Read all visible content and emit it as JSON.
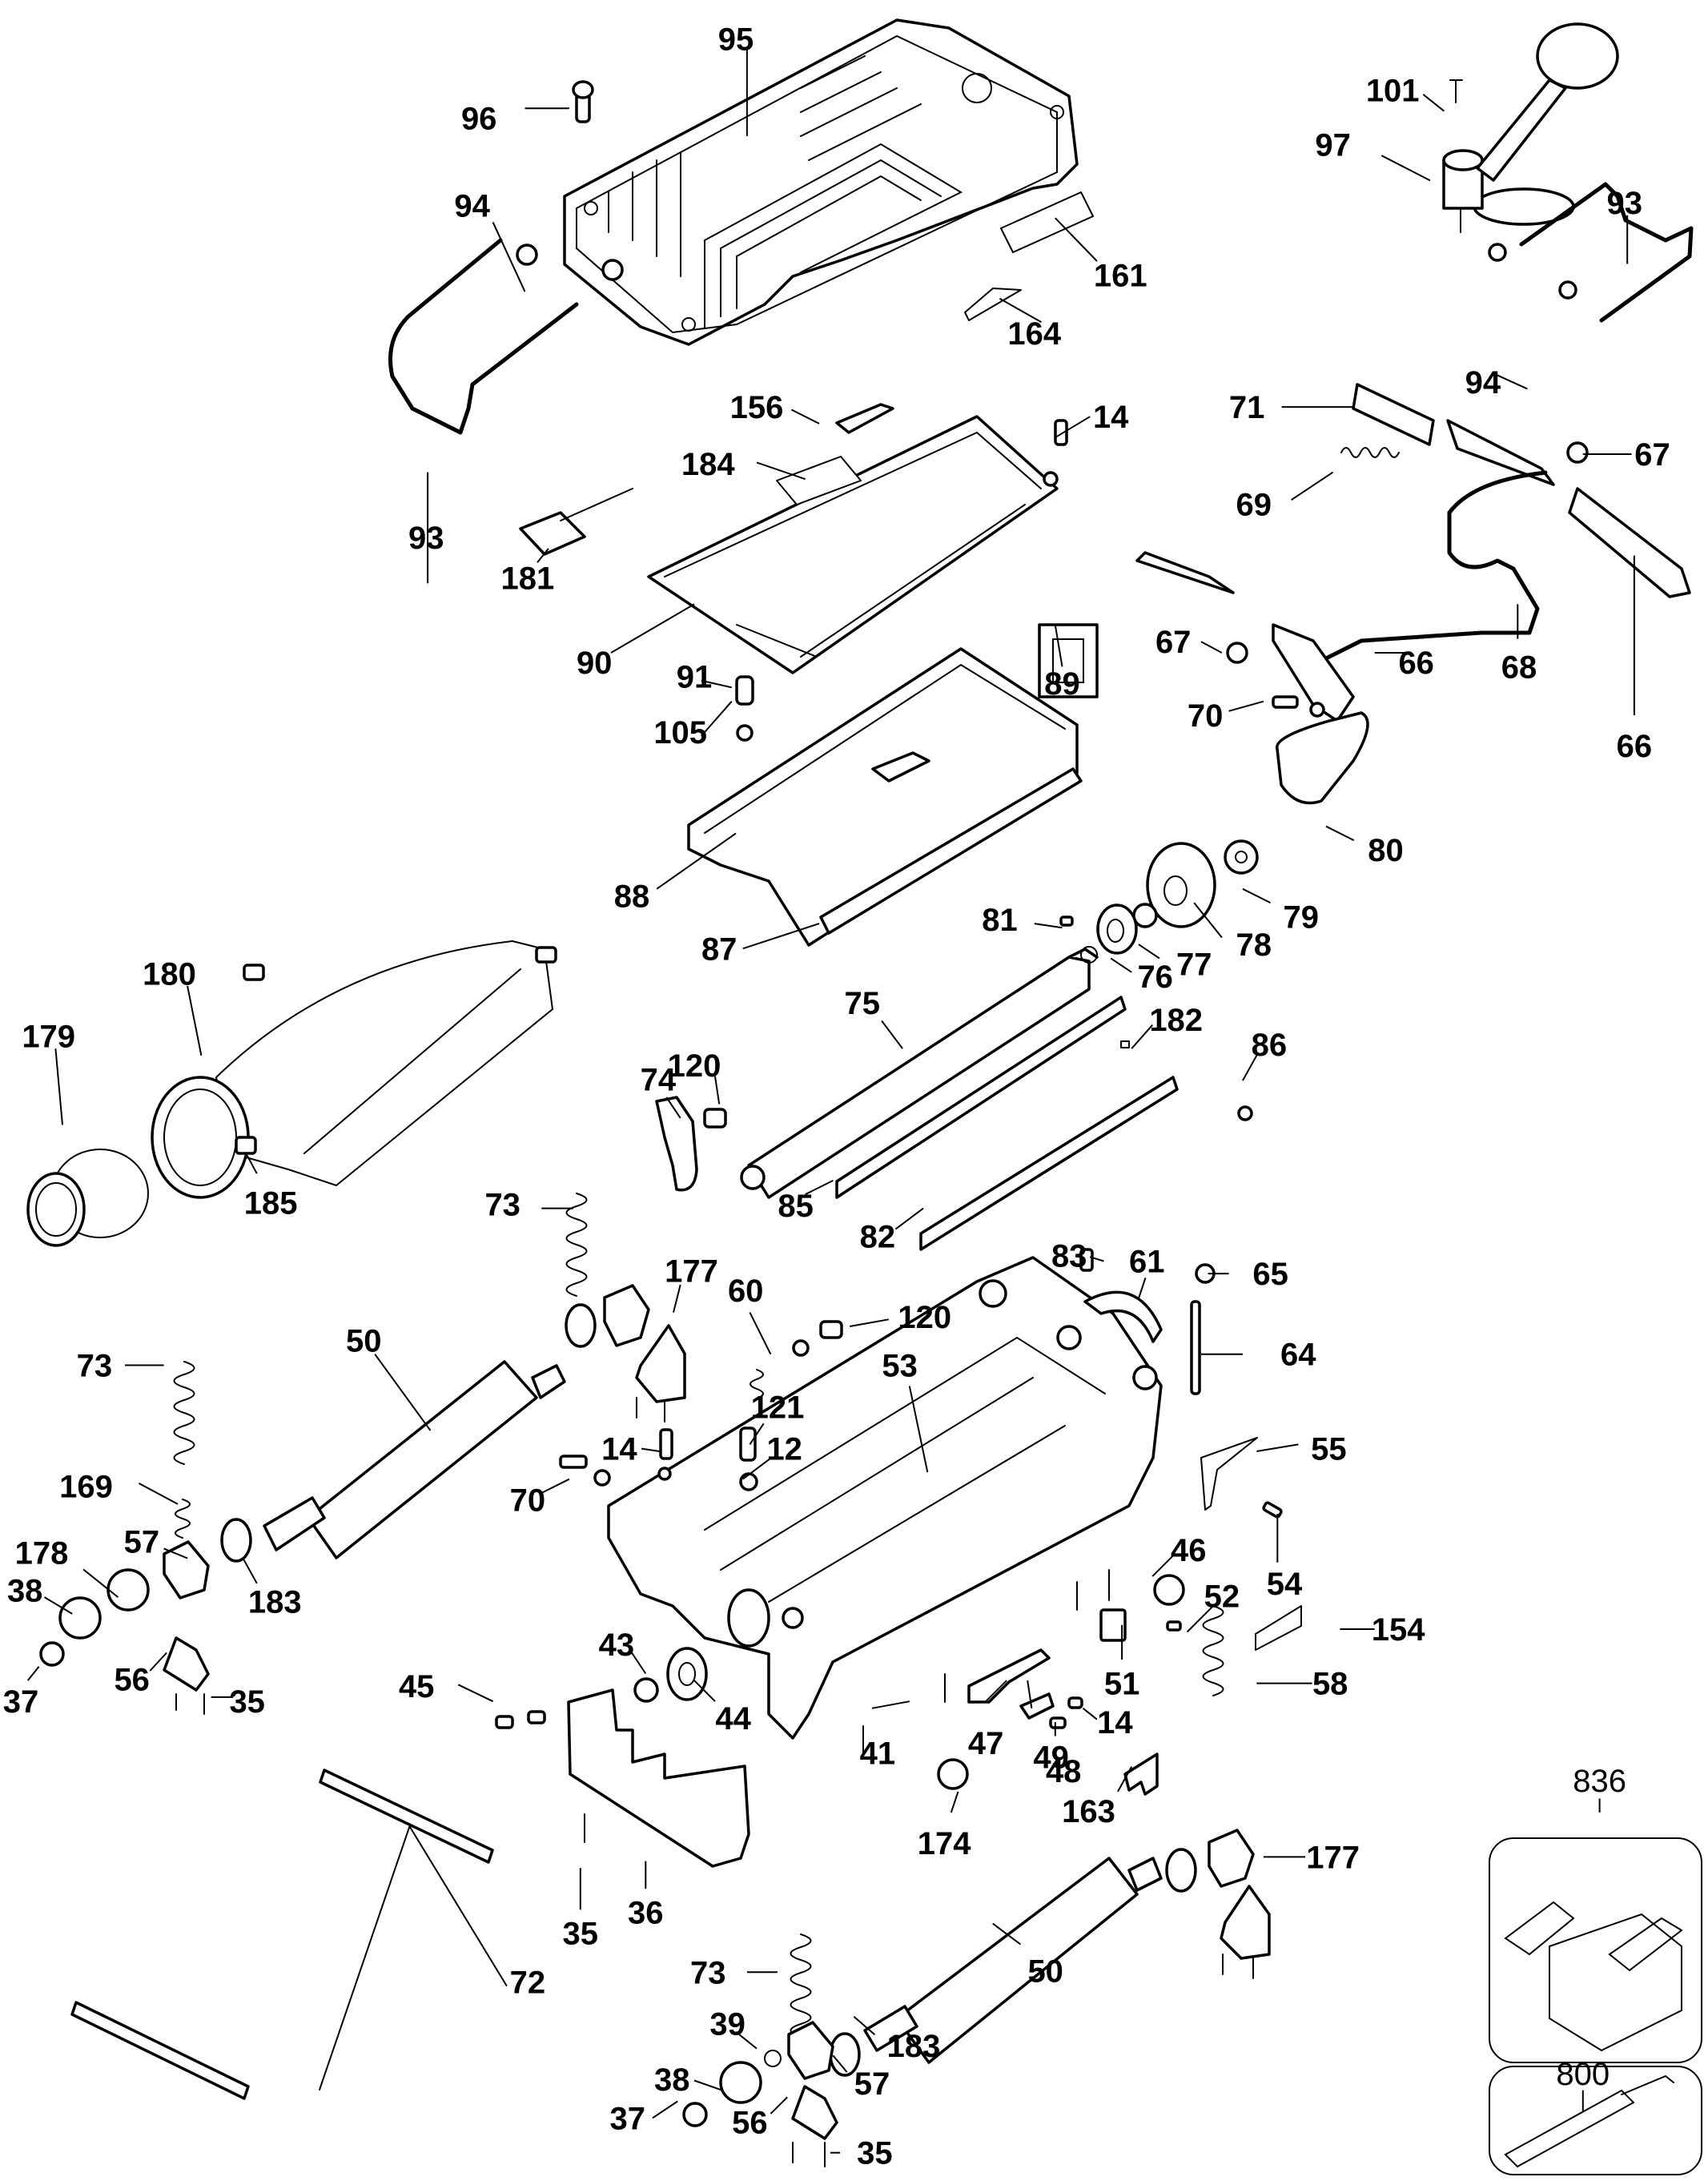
{
  "diagram": {
    "title": "Thickness planer exploded parts diagram",
    "parts": [
      {
        "id": "p95",
        "label": "95",
        "name": "top-cover"
      },
      {
        "id": "p96",
        "label": "96",
        "name": "cover-screw"
      },
      {
        "id": "p94a",
        "label": "94",
        "name": "handle-retaining-ring-left"
      },
      {
        "id": "p93a",
        "label": "93",
        "name": "carry-handle-left"
      },
      {
        "id": "p161",
        "label": "161",
        "name": "label-161"
      },
      {
        "id": "p164",
        "label": "164",
        "name": "label-164"
      },
      {
        "id": "p101",
        "label": "101",
        "name": "crank-screw"
      },
      {
        "id": "p97",
        "label": "97",
        "name": "height-adjust-crank"
      },
      {
        "id": "p93b",
        "label": "93",
        "name": "carry-handle-right"
      },
      {
        "id": "p94b",
        "label": "94",
        "name": "handle-retaining-ring-right"
      },
      {
        "id": "p156",
        "label": "156",
        "name": "wrench"
      },
      {
        "id": "p184",
        "label": "184",
        "name": "label-184"
      },
      {
        "id": "p14a",
        "label": "14",
        "name": "screw-14-top"
      },
      {
        "id": "p181",
        "label": "181",
        "name": "t-handle-hex-key"
      },
      {
        "id": "p90",
        "label": "90",
        "name": "chip-deflector-housing"
      },
      {
        "id": "p71",
        "label": "71",
        "name": "lock-bracket"
      },
      {
        "id": "p67a",
        "label": "67",
        "name": "nut-67-right"
      },
      {
        "id": "p69",
        "label": "69",
        "name": "spring-69"
      },
      {
        "id": "p68",
        "label": "68",
        "name": "cutterhead-lock-lever"
      },
      {
        "id": "p66a",
        "label": "66",
        "name": "link-66-left"
      },
      {
        "id": "p66b",
        "label": "66",
        "name": "link-66-right"
      },
      {
        "id": "p89",
        "label": "89",
        "name": "grommet-89"
      },
      {
        "id": "p67b",
        "label": "67",
        "name": "nut-67-left"
      },
      {
        "id": "p70a",
        "label": "70",
        "name": "screw-70-upper"
      },
      {
        "id": "p91",
        "label": "91",
        "name": "socket-screw-91"
      },
      {
        "id": "p105",
        "label": "105",
        "name": "washer-105"
      },
      {
        "id": "p88",
        "label": "88",
        "name": "base-plate"
      },
      {
        "id": "p87",
        "label": "87",
        "name": "wear-strip"
      },
      {
        "id": "p80",
        "label": "80",
        "name": "drive-belt"
      },
      {
        "id": "p79",
        "label": "79",
        "name": "washer-79"
      },
      {
        "id": "p78",
        "label": "78",
        "name": "pulley"
      },
      {
        "id": "p77",
        "label": "77",
        "name": "retaining-ring-77"
      },
      {
        "id": "p76",
        "label": "76",
        "name": "bearing-76"
      },
      {
        "id": "p81",
        "label": "81",
        "name": "key-81"
      },
      {
        "id": "p180",
        "label": "180",
        "name": "dust-hood"
      },
      {
        "id": "p179",
        "label": "179",
        "name": "dust-port-adapter"
      },
      {
        "id": "p185",
        "label": "185",
        "name": "hood-screw"
      },
      {
        "id": "p75",
        "label": "75",
        "name": "cutterhead"
      },
      {
        "id": "p182",
        "label": "182",
        "name": "pin-182"
      },
      {
        "id": "p86",
        "label": "86",
        "name": "screw-86"
      },
      {
        "id": "p74",
        "label": "74",
        "name": "hook-74"
      },
      {
        "id": "p120a",
        "label": "120",
        "name": "shoulder-screw-120-left"
      },
      {
        "id": "p85",
        "label": "85",
        "name": "knife-85"
      },
      {
        "id": "p82",
        "label": "82",
        "name": "knife-82"
      },
      {
        "id": "p73a",
        "label": "73",
        "name": "spring-73-top"
      },
      {
        "id": "p177a",
        "label": "177",
        "name": "bracket-177-upper"
      },
      {
        "id": "p50a",
        "label": "50",
        "name": "infeed-roller"
      },
      {
        "id": "p60",
        "label": "60",
        "name": "spring-60"
      },
      {
        "id": "p120b",
        "label": "120",
        "name": "shoulder-screw-120-right"
      },
      {
        "id": "p83",
        "label": "83",
        "name": "screw-83"
      },
      {
        "id": "p61",
        "label": "61",
        "name": "clip-61"
      },
      {
        "id": "p65",
        "label": "65",
        "name": "nut-65"
      },
      {
        "id": "p64",
        "label": "64",
        "name": "threaded-rod-64"
      },
      {
        "id": "p73b",
        "label": "73",
        "name": "spring-73-left"
      },
      {
        "id": "p53",
        "label": "53",
        "name": "main-carriage"
      },
      {
        "id": "p121",
        "label": "121",
        "name": "socket-screw-121"
      },
      {
        "id": "p12",
        "label": "12",
        "name": "nut-12"
      },
      {
        "id": "p14b",
        "label": "14",
        "name": "screw-14-middle"
      },
      {
        "id": "p70b",
        "label": "70",
        "name": "screw-70-lower"
      },
      {
        "id": "p169",
        "label": "169",
        "name": "spring-169"
      },
      {
        "id": "p55",
        "label": "55",
        "name": "pointer-55"
      },
      {
        "id": "p57a",
        "label": "57",
        "name": "bearing-block-57-upper"
      },
      {
        "id": "p178",
        "label": "178",
        "name": "sprocket-178"
      },
      {
        "id": "p183a",
        "label": "183",
        "name": "washer-183-upper"
      },
      {
        "id": "p38a",
        "label": "38",
        "name": "sprocket-38-upper"
      },
      {
        "id": "p46",
        "label": "46",
        "name": "screw-46"
      },
      {
        "id": "p54",
        "label": "54",
        "name": "screw-54"
      },
      {
        "id": "p52",
        "label": "52",
        "name": "screw-52"
      },
      {
        "id": "p154",
        "label": "154",
        "name": "label-154"
      },
      {
        "id": "p37a",
        "label": "37",
        "name": "e-clip-37-upper"
      },
      {
        "id": "p56a",
        "label": "56",
        "name": "bracket-56-upper"
      },
      {
        "id": "p35a",
        "label": "35",
        "name": "screw-35-upper"
      },
      {
        "id": "p43",
        "label": "43",
        "name": "retaining-ring-43"
      },
      {
        "id": "p45",
        "label": "45",
        "name": "set-screw-45"
      },
      {
        "id": "p44",
        "label": "44",
        "name": "bearing-44"
      },
      {
        "id": "p51",
        "label": "51",
        "name": "label-51"
      },
      {
        "id": "p58",
        "label": "58",
        "name": "spring-58"
      },
      {
        "id": "p47",
        "label": "47",
        "name": "bracket-47"
      },
      {
        "id": "p41",
        "label": "41",
        "name": "screw-41"
      },
      {
        "id": "p49",
        "label": "49",
        "name": "clamp-49"
      },
      {
        "id": "p14c",
        "label": "14",
        "name": "screw-14-bottom"
      },
      {
        "id": "p48",
        "label": "48",
        "name": "screw-48"
      },
      {
        "id": "p163",
        "label": "163",
        "name": "label-163"
      },
      {
        "id": "p174",
        "label": "174",
        "name": "plug-174"
      },
      {
        "id": "p177b",
        "label": "177",
        "name": "bracket-177-lower"
      },
      {
        "id": "p35b",
        "label": "35",
        "name": "screw-35-middle"
      },
      {
        "id": "p36",
        "label": "36",
        "name": "chain-cover"
      },
      {
        "id": "p72",
        "label": "72",
        "name": "drive-chain"
      },
      {
        "id": "p73c",
        "label": "73",
        "name": "spring-73-bottom"
      },
      {
        "id": "p50b",
        "label": "50",
        "name": "outfeed-roller"
      },
      {
        "id": "p39",
        "label": "39",
        "name": "washer-39"
      },
      {
        "id": "p38b",
        "label": "38",
        "name": "sprocket-38-lower"
      },
      {
        "id": "p183b",
        "label": "183",
        "name": "washer-183-lower"
      },
      {
        "id": "p57b",
        "label": "57",
        "name": "bearing-block-57-lower"
      },
      {
        "id": "p37b",
        "label": "37",
        "name": "e-clip-37-lower"
      },
      {
        "id": "p56b",
        "label": "56",
        "name": "bracket-56-lower"
      },
      {
        "id": "p35c",
        "label": "35",
        "name": "screw-35-lower"
      }
    ],
    "accessories": [
      {
        "id": "a836",
        "label": "836",
        "name": "tool-box-accessory"
      },
      {
        "id": "a800",
        "label": "800",
        "name": "hex-wrench-accessory"
      }
    ]
  }
}
